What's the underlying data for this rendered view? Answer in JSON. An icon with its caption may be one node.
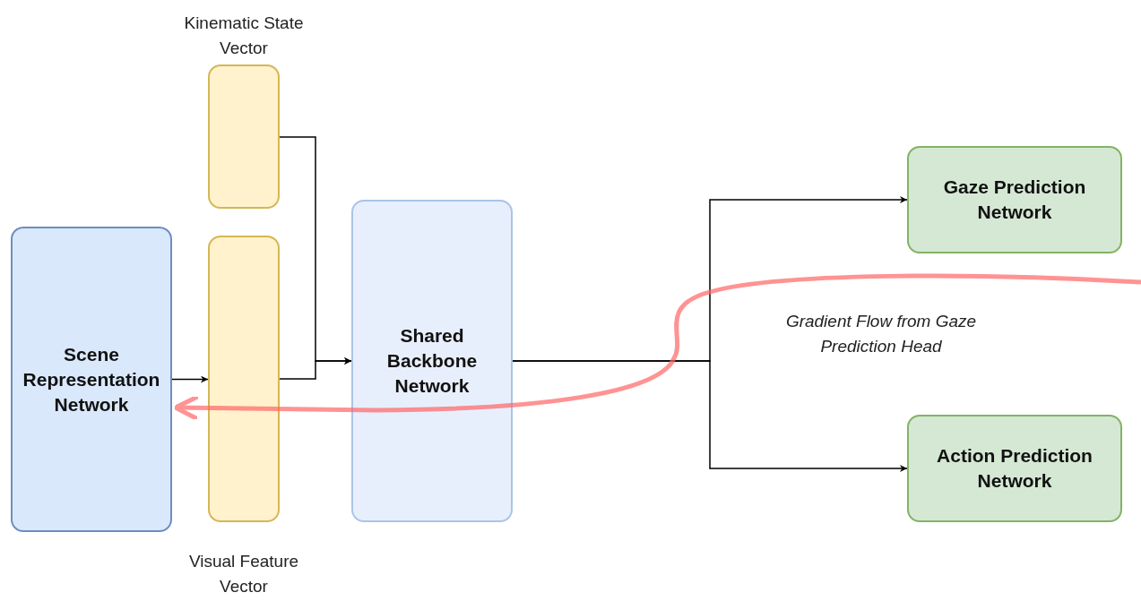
{
  "diagram": {
    "nodes": [
      {
        "text": [
          "Scene Representation Network"
        ]
      },
      {
        "text": [
          "Kinematic State Vector"
        ]
      },
      {
        "text": [
          "Visual Feature Vector"
        ]
      },
      {
        "text": [
          "Shared Backbone Network"
        ]
      },
      {
        "text": [
          "Gaze Prediction Network"
        ]
      },
      {
        "text": [
          "Action Prediction Network"
        ]
      }
    ],
    "edges": [
      {
        "from": 0,
        "to": 2,
        "arrow": "to"
      },
      {
        "from": 1,
        "to": 3,
        "arrow": "to"
      },
      {
        "from": 2,
        "to": 3,
        "arrow": "to"
      },
      {
        "from": 3,
        "to": 4,
        "arrow": "to"
      },
      {
        "from": 3,
        "to": 5,
        "arrow": "to"
      },
      {
        "from": null,
        "to": 0,
        "arrow": "to",
        "label": "Gradient Flow from Gaze Prediction Head",
        "style": "thick",
        "color": "#ff6666"
      }
    ]
  }
}
